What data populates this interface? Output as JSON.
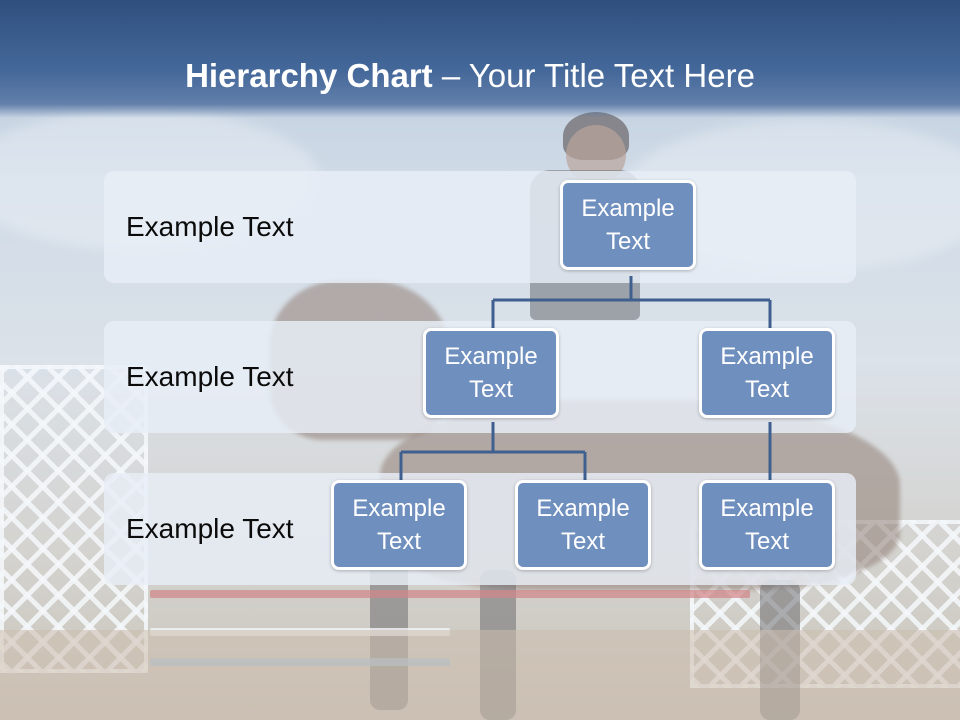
{
  "title": {
    "bold": "Hierarchy Chart",
    "rest": " – Your Title Text Here"
  },
  "levels": [
    {
      "label": "Example Text"
    },
    {
      "label": "Example Text"
    },
    {
      "label": "Example Text"
    }
  ],
  "nodes": {
    "root": "Example\nText",
    "l2_left": "Example\nText",
    "l2_right": "Example\nText",
    "l3_a": "Example\nText",
    "l3_b": "Example\nText",
    "l3_c": "Example\nText"
  },
  "colors": {
    "header": "#2f4f7e",
    "node_fill": "#6f8fbe",
    "connector": "#3f5f8f",
    "band": "#e8eef6"
  }
}
